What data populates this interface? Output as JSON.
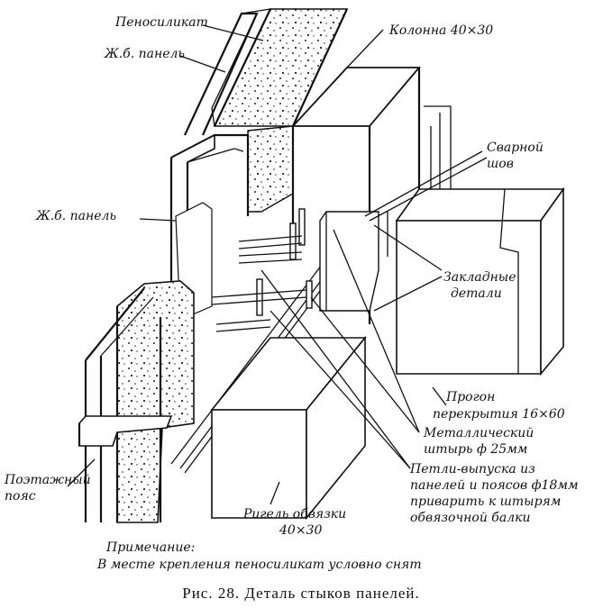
{
  "labels": {
    "penosilikat": "Пеносиликат",
    "zhb_panel_top": "Ж.б. панель",
    "kolonna": "Колонна 40×30",
    "svarnoi_1": "Сварной",
    "svarnoi_2": "шов",
    "zhb_panel_left": "Ж.б. панель",
    "zakladnye_1": "Закладные",
    "zakladnye_2": "детали",
    "progon_1": "Прогон",
    "progon_2": "перекрытия 16×60",
    "metall_1": "Металлический",
    "metall_2": "штырь ф 25мм",
    "petli_1": "Петли-выпуска из",
    "petli_2": "панелей и поясов ф18мм",
    "petli_3": "приварить к штырям",
    "petli_4": "обвязочной балки",
    "poetazh_1": "Поэтажный",
    "poetazh_2": "пояс",
    "rigel_1": "Ригель обвязки",
    "rigel_2": "40×30",
    "note_1": "Примечание:",
    "note_2": "В месте крепления пеносиликат условно снят"
  },
  "caption": "Рис. 28. Деталь стыков панелей."
}
